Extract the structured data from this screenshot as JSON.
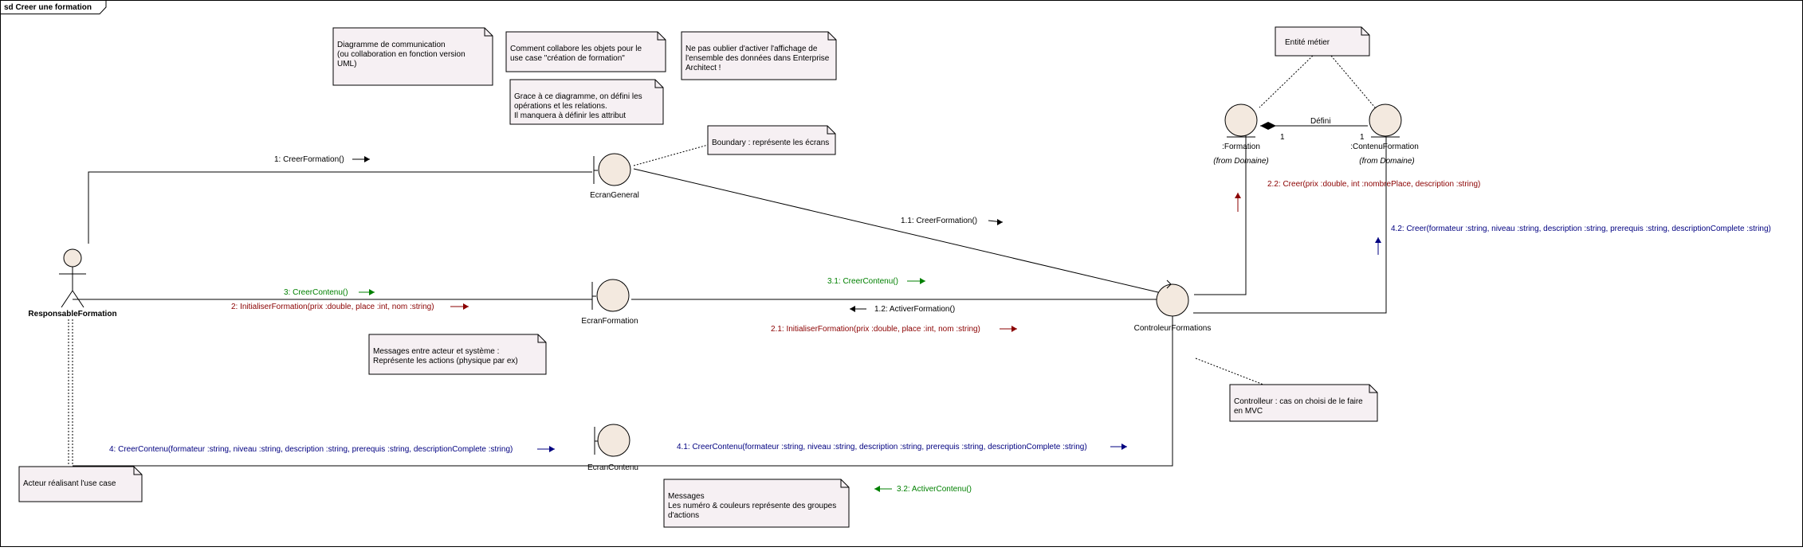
{
  "frame": {
    "title": "sd Creer une formation"
  },
  "colors": {
    "black": "#000000",
    "red": "#8b0000",
    "green": "#008000",
    "blue": "#000080",
    "note_fill": "#f6f0f3",
    "object_fill": "#f3e9df"
  },
  "actor": {
    "name": "ResponsableFormation",
    "icon": "stick-figure-icon"
  },
  "objects": {
    "ecran_general": {
      "name": "EcranGeneral",
      "kind": "boundary"
    },
    "ecran_formation": {
      "name": "EcranFormation",
      "kind": "boundary"
    },
    "ecran_contenu": {
      "name": "EcranContenu",
      "kind": "boundary"
    },
    "controleur": {
      "name": "ControleurFormations",
      "kind": "control"
    },
    "formation": {
      "name": ":Formation",
      "package": "(from Domaine)",
      "kind": "entity"
    },
    "contenu_formation": {
      "name": ":ContenuFormation",
      "package": "(from Domaine)",
      "kind": "entity"
    }
  },
  "association": {
    "label": "Défini",
    "mult_left": "1",
    "mult_right": "1"
  },
  "messages": [
    {
      "id": "m1",
      "text": "1: CreerFormation()",
      "color": "black"
    },
    {
      "id": "m11",
      "text": "1.1: CreerFormation()",
      "color": "black"
    },
    {
      "id": "m12",
      "text": "1.2: ActiverFormation()",
      "color": "black"
    },
    {
      "id": "m2",
      "text": "2: InitialiserFormation(prix :double, place :int, nom :string)",
      "color": "red"
    },
    {
      "id": "m21",
      "text": "2.1: InitialiserFormation(prix :double, place :int, nom :string)",
      "color": "red"
    },
    {
      "id": "m22",
      "text": "2.2: Creer(prix :double, int :nombrePlace, description :string)",
      "color": "red"
    },
    {
      "id": "m3",
      "text": "3: CreerContenu()",
      "color": "green"
    },
    {
      "id": "m31",
      "text": "3.1: CreerContenu()",
      "color": "green"
    },
    {
      "id": "m32",
      "text": "3.2: ActiverContenu()",
      "color": "green"
    },
    {
      "id": "m4",
      "text": "4: CreerContenu(formateur :string, niveau :string, description :string, prerequis :string, descriptionComplete :string)",
      "color": "blue"
    },
    {
      "id": "m41",
      "text": "4.1: CreerContenu(formateur :string, niveau :string, description :string, prerequis :string, descriptionComplete :string)",
      "color": "blue"
    },
    {
      "id": "m42",
      "text": "4.2: Creer(formateur :string, niveau :string, description :string, prerequis :string, descriptionComplete :string)",
      "color": "blue"
    }
  ],
  "notes": {
    "diagramme": [
      "Diagramme de communication",
      "(ou collaboration en fonction version",
      "UML)"
    ],
    "collabore": [
      "Comment collabore les objets pour le",
      "use case \"création de formation\""
    ],
    "enterprise": [
      "Ne pas oublier d'activer l'affichage de",
      "l'ensemble des données dans Enterprise",
      "Architect !"
    ],
    "grace": [
      "Grace à ce diagramme, on défini les",
      "opérations et les relations.",
      "Il manquera à définir les attribut"
    ],
    "entite": [
      "Entité métier"
    ],
    "boundary": [
      "Boundary : représente les écrans"
    ],
    "messages_acteur": [
      "Messages entre acteur et système :",
      "Représente les actions (physique par ex)"
    ],
    "controlleur": [
      "Controlleur : cas on choisi de le faire",
      "en MVC"
    ],
    "acteur": [
      "Acteur réalisant l'use case"
    ],
    "messages_groupes": [
      "Messages",
      "Les numéro & couleurs représente des groupes",
      "d'actions"
    ]
  }
}
